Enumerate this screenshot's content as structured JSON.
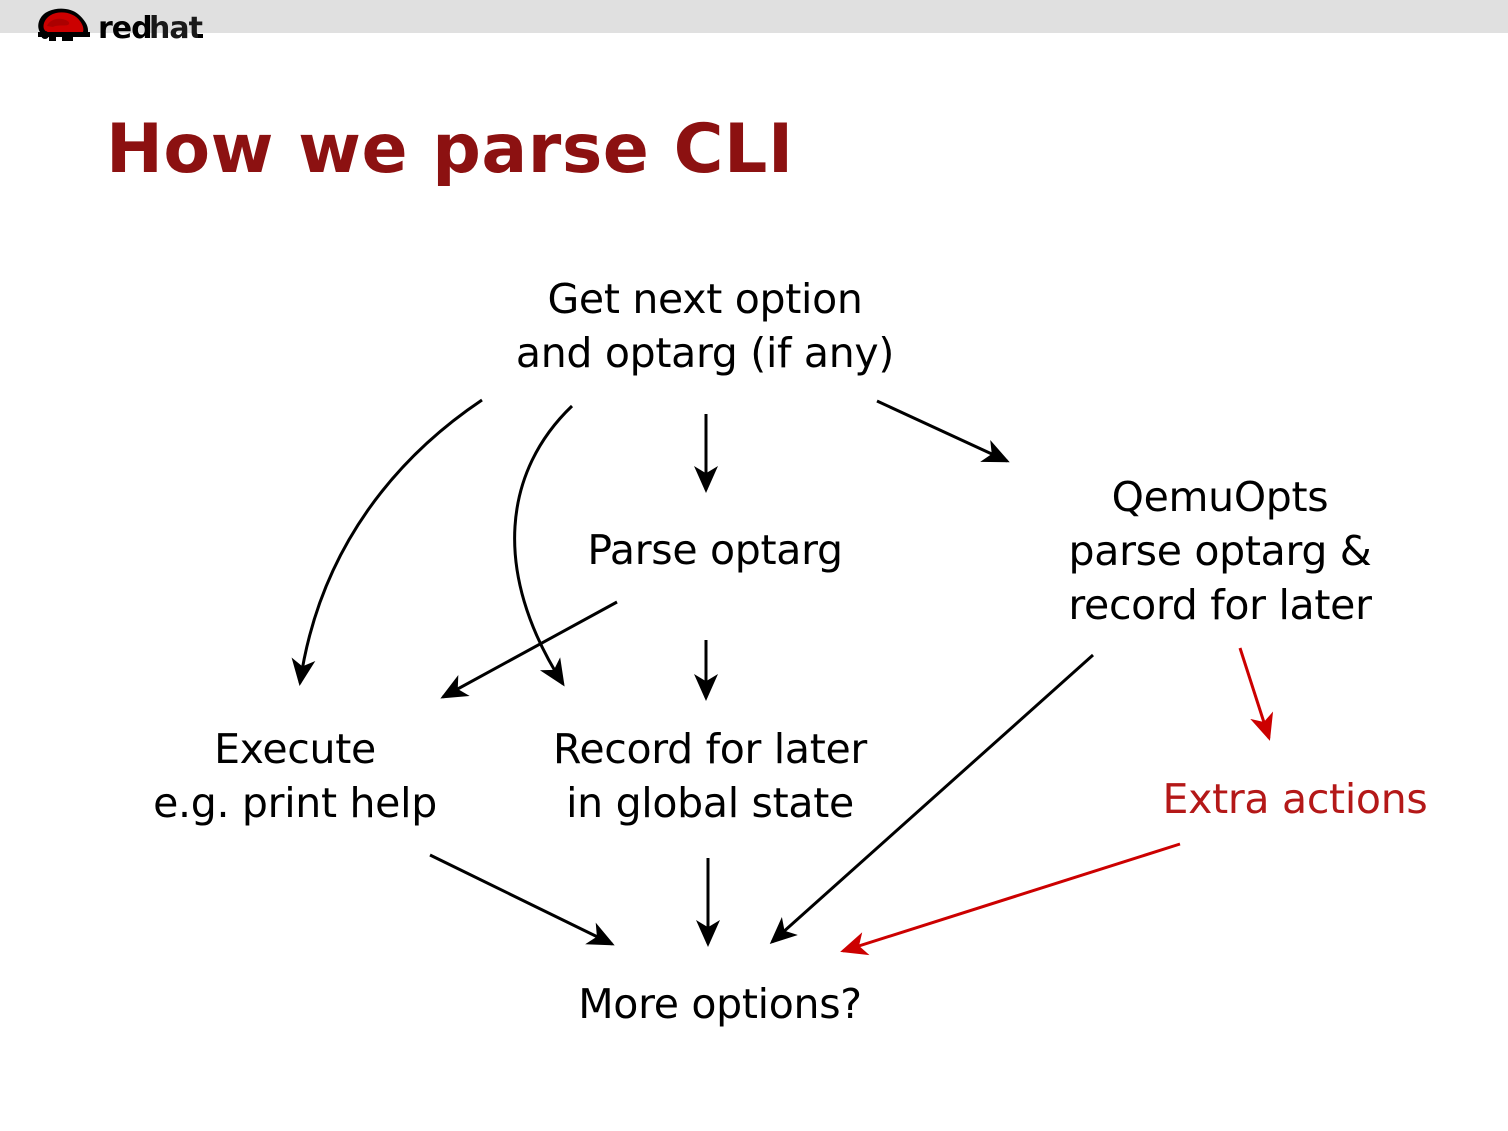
{
  "header": {
    "brand_name": "redhat",
    "brand_word_1": "red",
    "brand_word_2": "hat",
    "bar_color": "#e0e0e0",
    "logo_icon": "redhat-shadowman-icon"
  },
  "title": {
    "text": "How we parse CLI",
    "color": "#8c1111"
  },
  "diagram": {
    "type": "flowchart",
    "nodes": [
      {
        "id": "get-next-option",
        "lines": [
          "Get next option",
          "and optarg (if any)"
        ],
        "color": "#000000"
      },
      {
        "id": "parse-optarg",
        "lines": [
          "Parse optarg"
        ],
        "color": "#000000"
      },
      {
        "id": "qemuopts",
        "lines": [
          "QemuOpts",
          "parse optarg &",
          "record for later"
        ],
        "color": "#000000"
      },
      {
        "id": "execute",
        "lines": [
          "Execute",
          "e.g. print help"
        ],
        "color": "#000000"
      },
      {
        "id": "record-for-later",
        "lines": [
          "Record for later",
          "in global state"
        ],
        "color": "#000000"
      },
      {
        "id": "extra-actions",
        "lines": [
          "Extra actions"
        ],
        "color": "#b41818"
      },
      {
        "id": "more-options",
        "lines": [
          "More options?"
        ],
        "color": "#000000"
      }
    ],
    "edges": [
      {
        "from": "get-next-option",
        "to": "execute",
        "style": "curved",
        "color": "#000000"
      },
      {
        "from": "get-next-option",
        "to": "record-for-later",
        "style": "curved",
        "color": "#000000"
      },
      {
        "from": "get-next-option",
        "to": "parse-optarg",
        "style": "straight",
        "color": "#000000"
      },
      {
        "from": "get-next-option",
        "to": "qemuopts",
        "style": "straight",
        "color": "#000000"
      },
      {
        "from": "parse-optarg",
        "to": "execute",
        "style": "straight",
        "color": "#000000"
      },
      {
        "from": "parse-optarg",
        "to": "record-for-later",
        "style": "straight",
        "color": "#000000"
      },
      {
        "from": "execute",
        "to": "more-options",
        "style": "straight",
        "color": "#000000"
      },
      {
        "from": "record-for-later",
        "to": "more-options",
        "style": "straight",
        "color": "#000000"
      },
      {
        "from": "qemuopts",
        "to": "more-options",
        "style": "straight",
        "color": "#000000"
      },
      {
        "from": "qemuopts",
        "to": "extra-actions",
        "style": "straight",
        "color": "#b41818"
      },
      {
        "from": "extra-actions",
        "to": "more-options",
        "style": "straight",
        "color": "#b41818"
      }
    ]
  }
}
